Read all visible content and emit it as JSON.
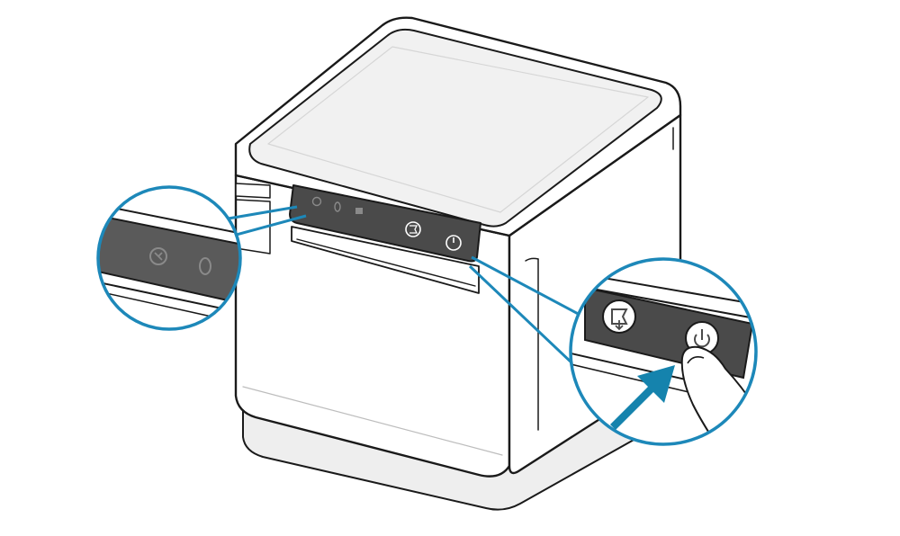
{
  "figure": {
    "subject": "receipt-printer",
    "action": "press-power-button",
    "colors": {
      "outline": "#1a1a1a",
      "printer_body": "#ffffff",
      "top_surface": "#f1f1f1",
      "base": "#eeeeee",
      "panel": "#4a4a4a",
      "panel_dark": "#5a5a5a",
      "callout": "#1d88b9",
      "arrow": "#1583ad",
      "icon_dim": "#8a8a8a",
      "icon_bright": "#ffffff"
    },
    "indicators": [
      {
        "name": "power-status-icon",
        "lit": false
      },
      {
        "name": "bluetooth-icon",
        "lit": false
      },
      {
        "name": "network-icon",
        "lit": false
      }
    ],
    "buttons": [
      {
        "name": "feed-button-icon",
        "lit": true
      },
      {
        "name": "power-button-icon",
        "lit": true
      }
    ],
    "callouts": [
      {
        "name": "left-magnifier",
        "content": "status-indicators-zoom"
      },
      {
        "name": "right-magnifier",
        "content": "power-button-press-zoom"
      }
    ]
  }
}
